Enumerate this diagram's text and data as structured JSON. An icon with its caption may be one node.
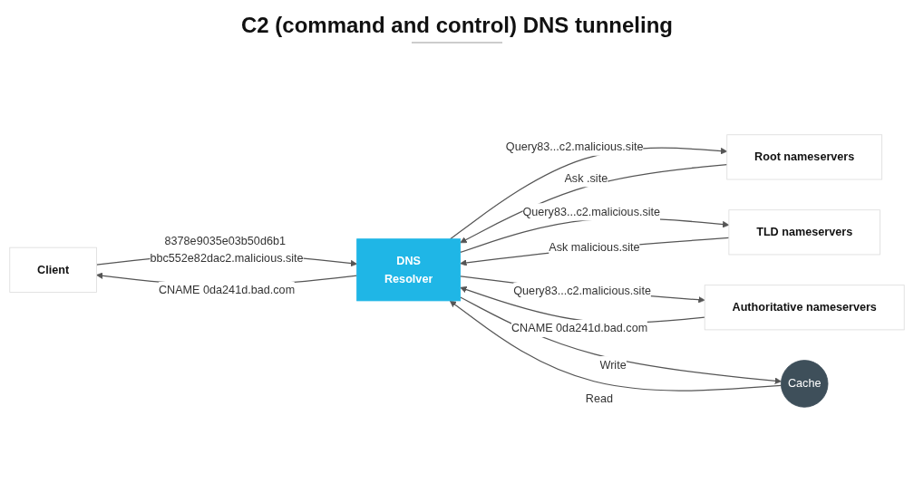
{
  "diagram": {
    "title": "C2 (command and control) DNS tunneling",
    "nodes": [
      {
        "text": [
          "Client"
        ]
      },
      {
        "text": [
          "DNS",
          "Resolver"
        ]
      },
      {
        "text": [
          "Cache"
        ]
      },
      {
        "text": [
          "Root nameservers"
        ]
      },
      {
        "text": [
          "TLD nameservers"
        ]
      },
      {
        "text": [
          "Authoritative nameservers"
        ]
      }
    ],
    "edges": [
      {
        "from": 0,
        "to": 1,
        "arrow": "to",
        "label": "8378e9035e03b50d6b1 bbc552e82dac2.malicious.site"
      },
      {
        "from": 1,
        "to": 0,
        "arrow": "to",
        "label": "CNAME 0da241d.bad.com"
      },
      {
        "from": 1,
        "to": 3,
        "arrow": "to",
        "label": "Query83...c2.malicious.site"
      },
      {
        "from": 3,
        "to": 1,
        "arrow": "to",
        "label": "Ask .site"
      },
      {
        "from": 1,
        "to": 4,
        "arrow": "to",
        "label": "Query83...c2.malicious.site"
      },
      {
        "from": 4,
        "to": 1,
        "arrow": "to",
        "label": "Ask malicious.site"
      },
      {
        "from": 5,
        "to": 1,
        "arrow": "to",
        "label": "CNAME 0da241d.bad.com"
      },
      {
        "from": 1,
        "to": 5,
        "arrow": "to",
        "label": "Query83...c2.malicious.site"
      },
      {
        "from": 2,
        "to": 1,
        "arrow": "to",
        "label": "Read"
      },
      {
        "from": 1,
        "to": 2,
        "arrow": "to",
        "label": "Write"
      }
    ]
  }
}
